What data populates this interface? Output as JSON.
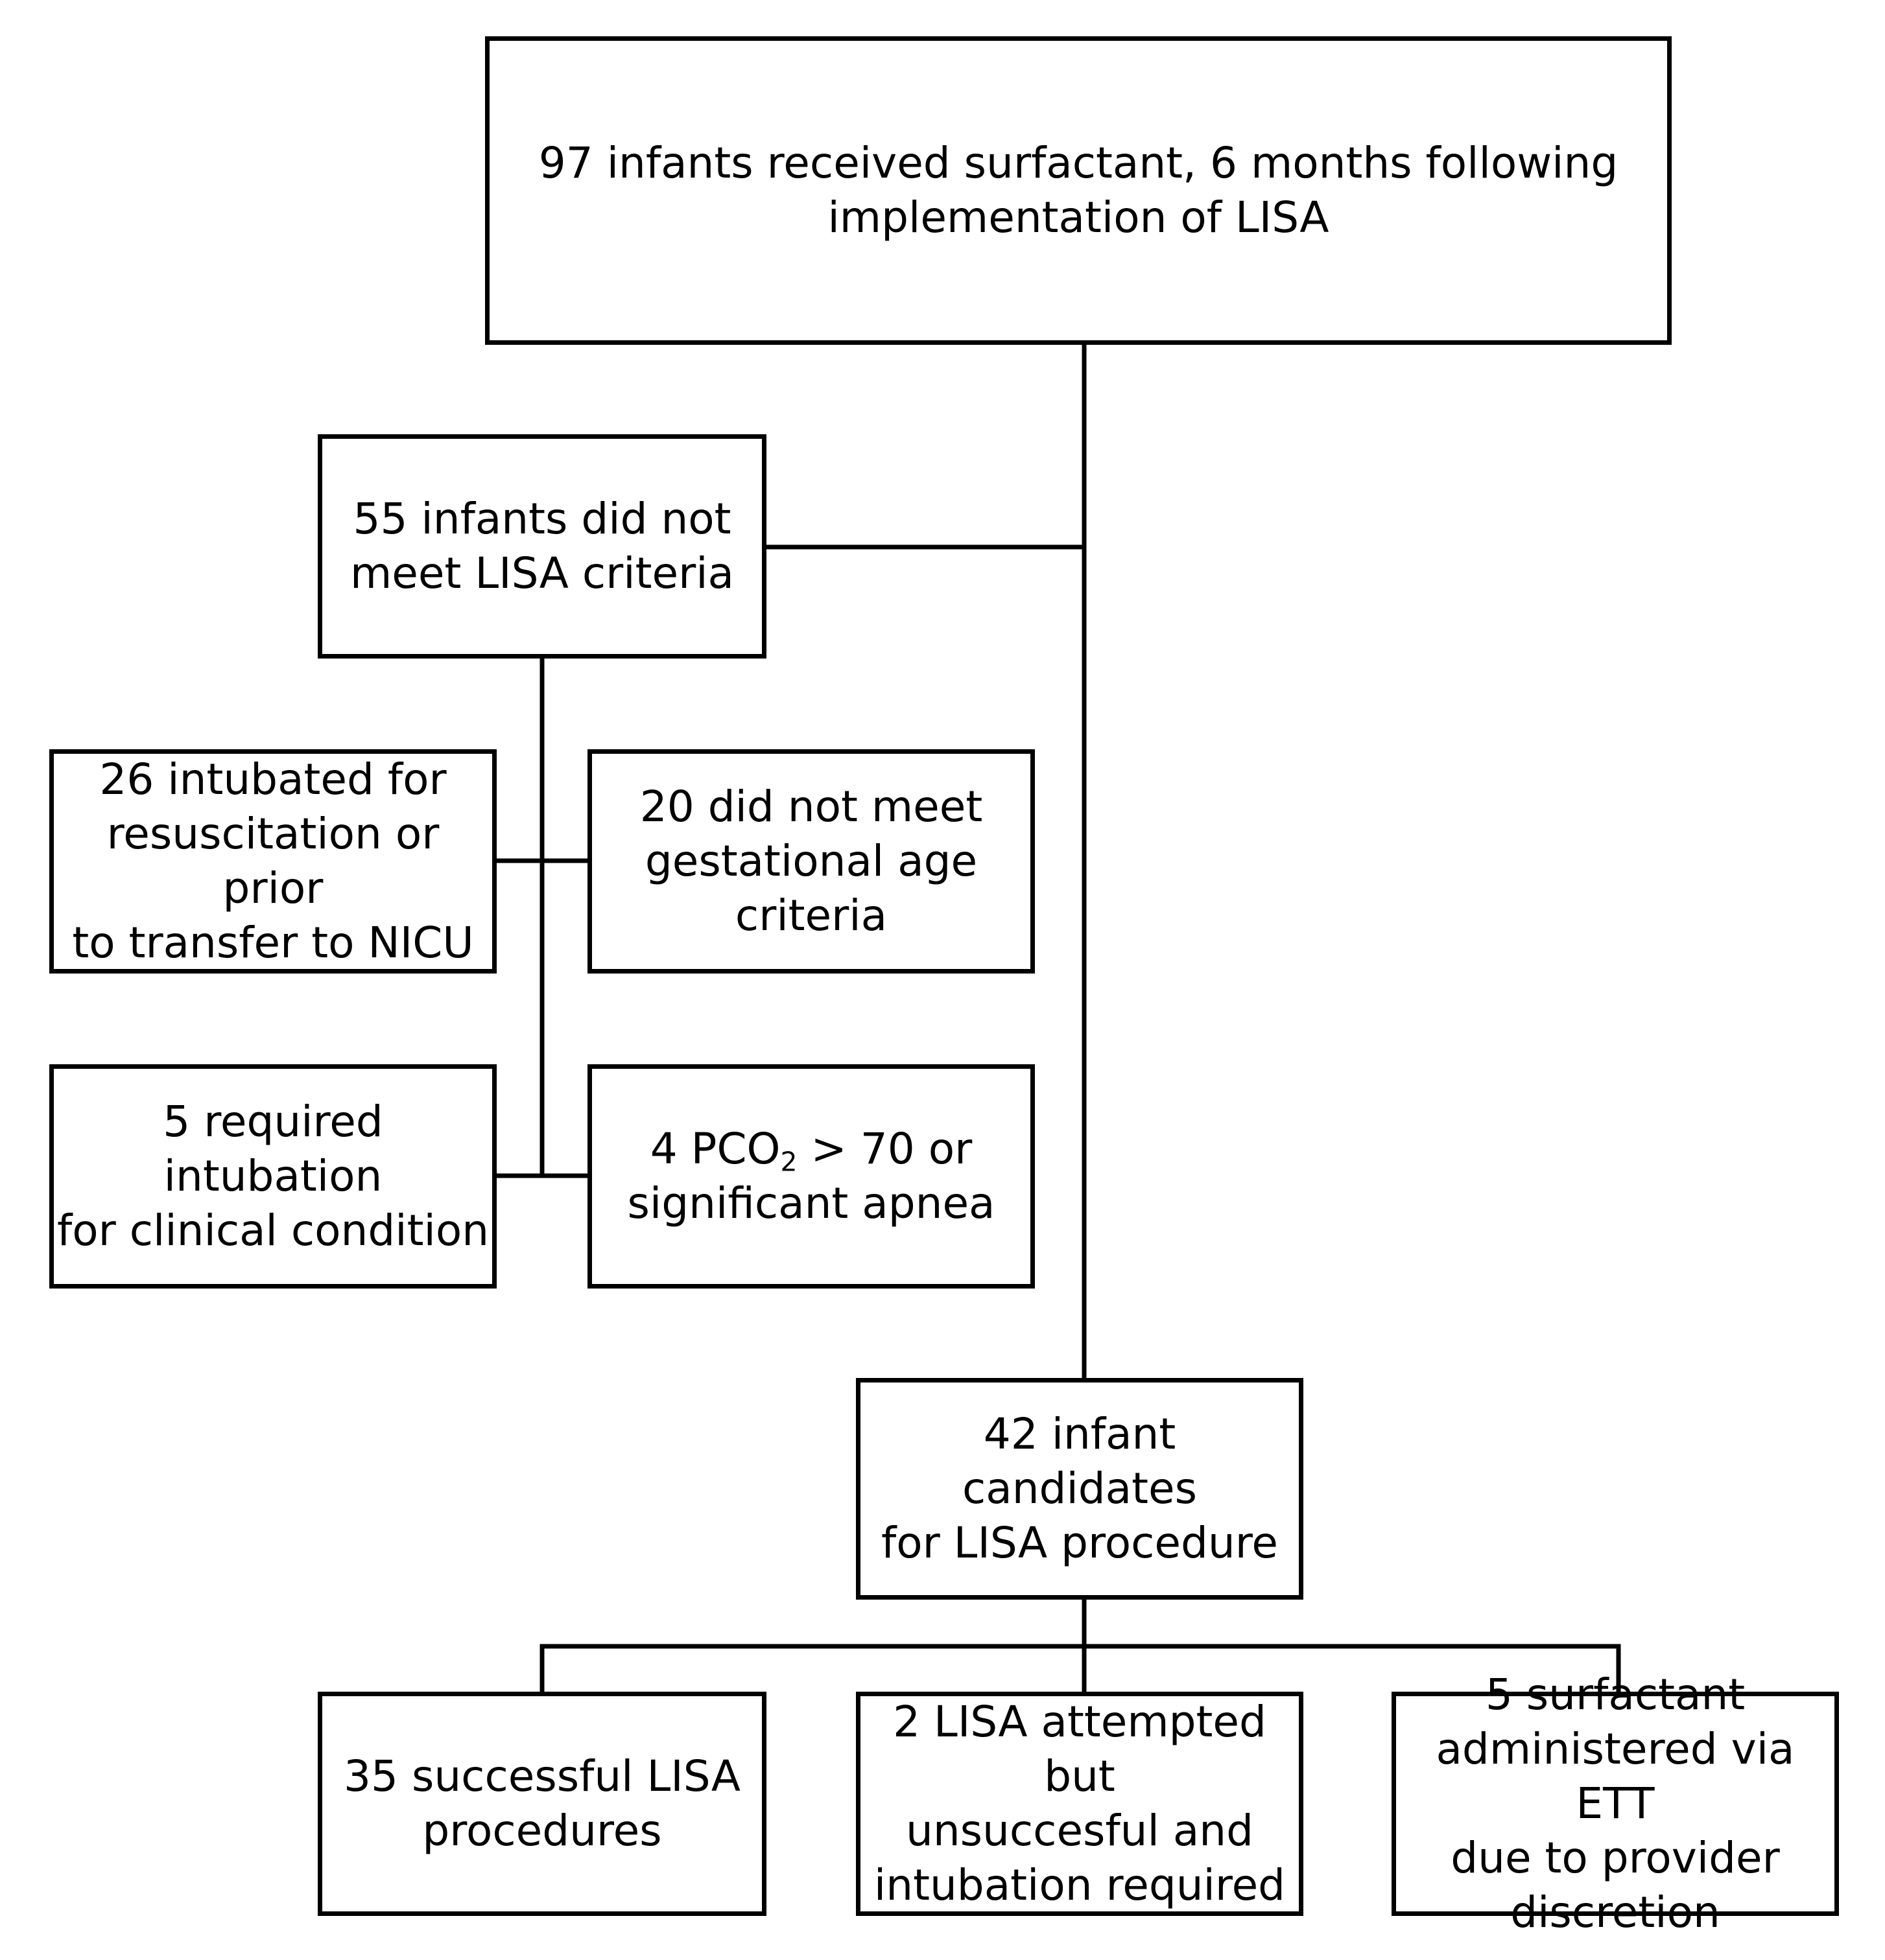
{
  "nodes": {
    "total": "97 infants received surfactant, 6 months following\nimplementation of LISA",
    "not_meet": "55 infants did not\nmeet LISA criteria",
    "intubated_resus": "26 intubated for\nresuscitation or prior\nto transfer to NICU",
    "gest_age": "20 did not meet\ngestational age\ncriteria",
    "clinical": "5 required intubation\nfor clinical condition",
    "pco2": {
      "prefix": "4 PCO",
      "subscript": "2",
      "suffix": " > 70 or\nsignificant apnea"
    },
    "candidates": "42 infant candidates\nfor LISA procedure",
    "successful": "35 successful LISA\nprocedures",
    "attempted": "2 LISA attempted but\nunsuccesful and\nintubation required",
    "ett": "5 surfactant\nadministered via ETT\ndue to provider\ndiscretion"
  },
  "colors": {
    "line": "#000000",
    "box_fill": "#ffffff",
    "text": "#000000"
  }
}
